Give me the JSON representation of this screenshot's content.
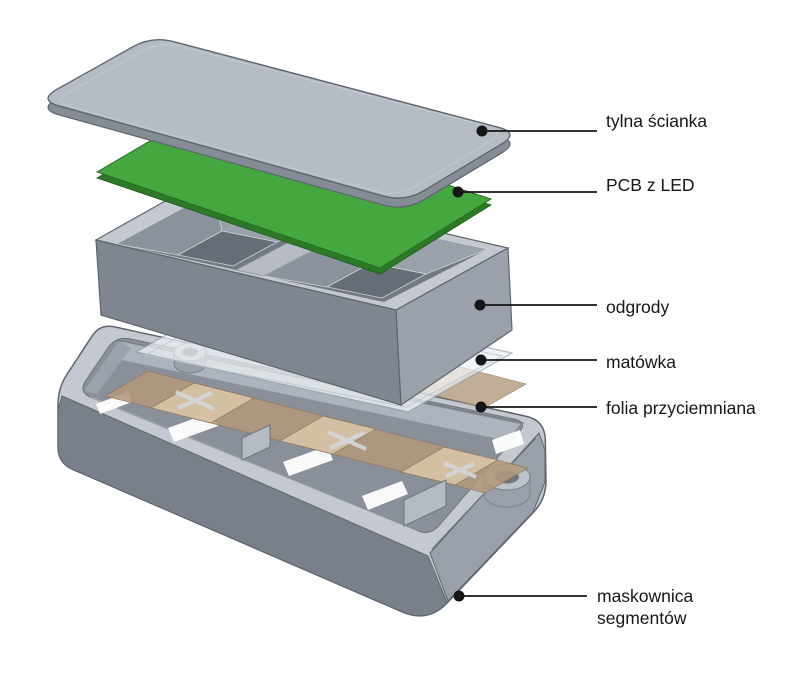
{
  "diagram": {
    "type": "exploded-assembly-diagram",
    "parts": [
      {
        "id": "tylna-scianka",
        "label": "tylna ścianka"
      },
      {
        "id": "pcb-z-led",
        "label": "PCB z LED"
      },
      {
        "id": "odgrody",
        "label": "odgrody"
      },
      {
        "id": "matowka",
        "label": "matówka"
      },
      {
        "id": "folia-przyciemniana",
        "label": "folia przyciemniana"
      },
      {
        "id": "maskownica-segmentow",
        "label": "maskownica segmentów",
        "label_line1": "maskownica",
        "label_line2": "segmentów"
      }
    ],
    "colors": {
      "background": "#ffffff",
      "pcb_green": "#44a73f",
      "pcb_green_dark": "#2c7a28",
      "housing_gray": "#b6bcc4",
      "housing_gray_dark": "#80868f",
      "rim_gray": "#c4c9d1",
      "foil_tan": "#b3997c",
      "foil_tan_light": "#d8c5a7",
      "diffuser_white": "#edf1f5",
      "callout_black": "#161616"
    }
  }
}
